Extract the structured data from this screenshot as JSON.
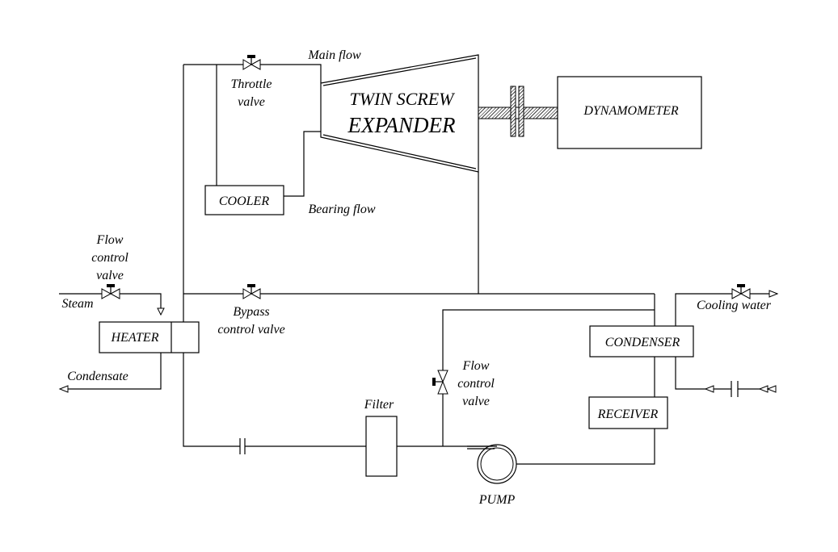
{
  "diagram": {
    "components": {
      "twin_screw_expander_line1": "TWIN SCREW",
      "twin_screw_expander_line2": "EXPANDER",
      "dynamometer": "DYNAMOMETER",
      "cooler": "COOLER",
      "heater": "HEATER",
      "condenser": "CONDENSER",
      "receiver": "RECEIVER",
      "filter": "Filter",
      "pump": "PUMP"
    },
    "labels": {
      "main_flow": "Main flow",
      "throttle_valve_line1": "Throttle",
      "throttle_valve_line2": "valve",
      "bearing_flow": "Bearing flow",
      "flow_control_valve_top_line1": "Flow",
      "flow_control_valve_top_line2": "control",
      "flow_control_valve_top_line3": "valve",
      "steam": "Steam",
      "condensate": "Condensate",
      "bypass_valve_line1": "Bypass",
      "bypass_valve_line2": "control valve",
      "flow_control_valve_mid_line1": "Flow",
      "flow_control_valve_mid_line2": "control",
      "flow_control_valve_mid_line3": "valve",
      "cooling_water": "Cooling water"
    }
  }
}
